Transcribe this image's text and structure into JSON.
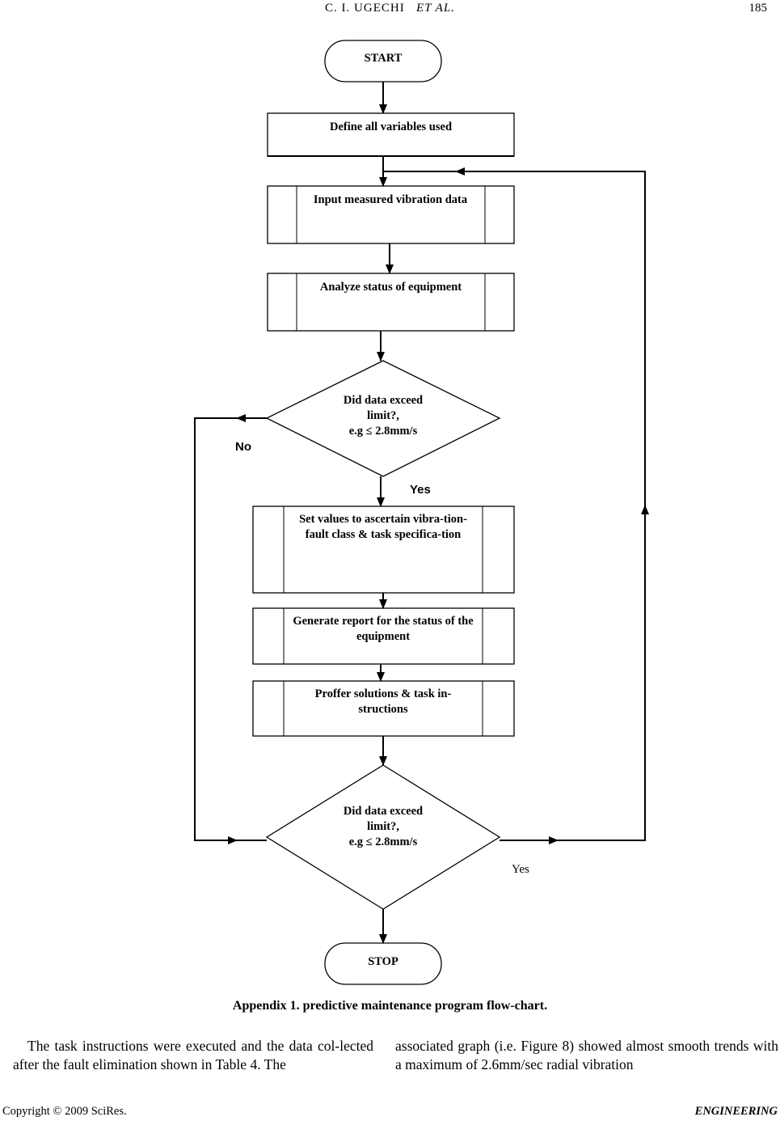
{
  "header": {
    "author": "C. I. UGECHI",
    "et_al": "ET AL.",
    "page_number": "185"
  },
  "flowchart": {
    "start": "START",
    "define": "Define all variables used",
    "input": "Input measured vibration data",
    "analyze": "Analyze status of equipment",
    "decision1": {
      "line1": "Did data exceed",
      "line2": "limit?,",
      "line3": "e.g ≤ 2.8mm/s"
    },
    "no_label": "No",
    "yes_label_1": "Yes",
    "set_values": "Set values to ascertain vibra-tion-fault class & task specifica-tion",
    "generate": "Generate report for the status of the equipment",
    "proffer": "Proffer solutions & task in-structions",
    "decision2": {
      "line1": "Did data exceed",
      "line2": "limit?,",
      "line3": "e.g ≤ 2.8mm/s"
    },
    "yes_label_2": "Yes",
    "stop": "STOP"
  },
  "caption": "Appendix 1. predictive maintenance program flow-chart.",
  "body": {
    "left": "The task instructions were executed and the data col-lected after the fault elimination shown in Table 4. The",
    "right": "associated graph (i.e. Figure 8) showed almost smooth trends with a maximum of 2.6mm/sec radial vibration"
  },
  "footer": {
    "copyright": "Copyright © 2009 SciRes.",
    "journal": "ENGINEERING"
  }
}
